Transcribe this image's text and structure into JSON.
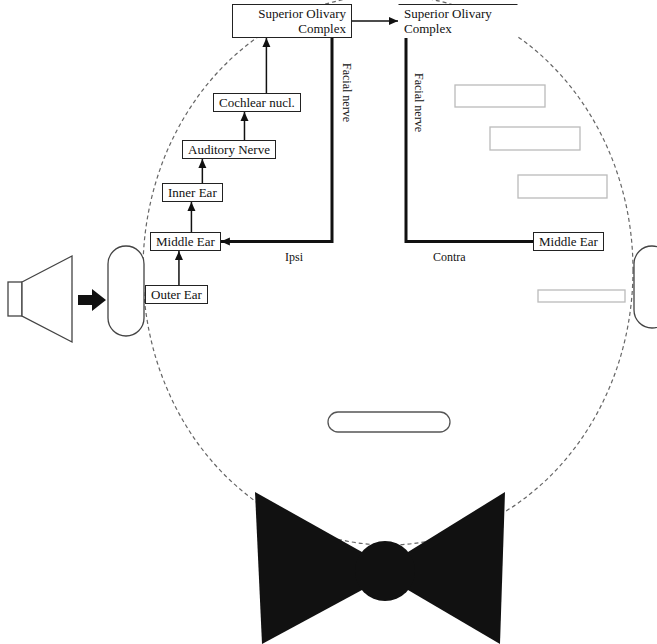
{
  "diagram": {
    "nodes": [
      {
        "text": [
          "Outer Ear"
        ]
      },
      {
        "text": [
          "Middle Ear"
        ]
      },
      {
        "text": [
          "Inner Ear"
        ]
      },
      {
        "text": [
          "Auditory Nerve"
        ]
      },
      {
        "text": [
          "Cochlear nucl."
        ]
      },
      {
        "text": [
          "Superior Olivary Complex"
        ]
      },
      {
        "text": [
          "Superior Olivary Complex"
        ]
      },
      {
        "text": [
          "Middle Ear"
        ]
      }
    ],
    "edges": [
      {
        "from": 0,
        "to": 1,
        "arrow": "to"
      },
      {
        "from": 1,
        "to": 2,
        "arrow": "to"
      },
      {
        "from": 2,
        "to": 3,
        "arrow": "to"
      },
      {
        "from": 3,
        "to": 4,
        "arrow": "to"
      },
      {
        "from": 4,
        "to": 5,
        "arrow": "to"
      },
      {
        "from": 5,
        "to": 6,
        "arrow": "to"
      },
      {
        "from": 5,
        "to": 1,
        "arrow": "to"
      },
      {
        "from": 6,
        "to": 7,
        "arrow": "none"
      }
    ],
    "labels": [
      "Facial nerve",
      "Facial nerve",
      "Ipsi",
      "Contra"
    ]
  }
}
